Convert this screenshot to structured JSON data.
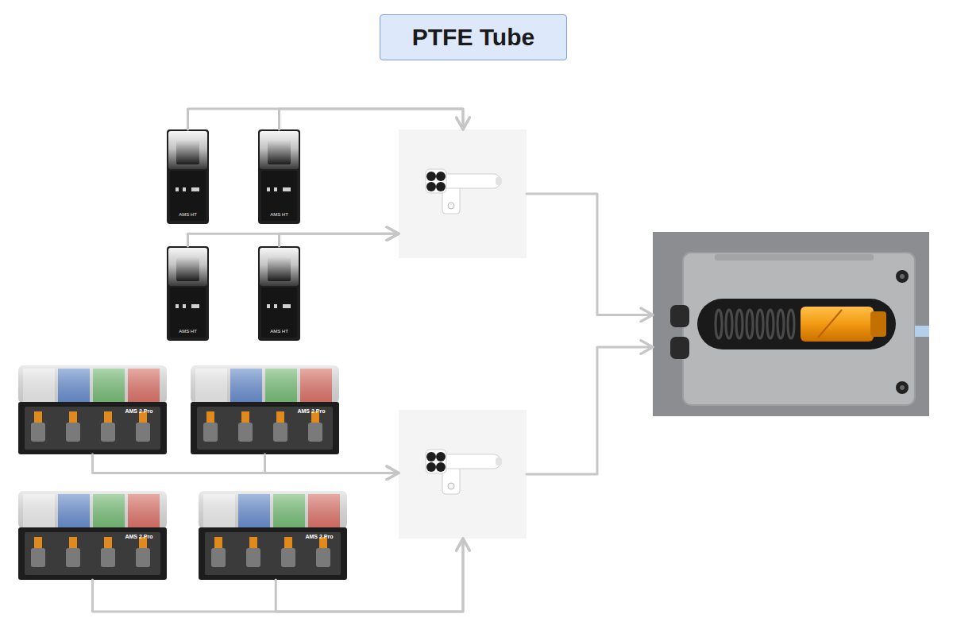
{
  "diagram": {
    "title": "PTFE Tube",
    "nodes": [
      {
        "text": [
          "AMS HT"
        ]
      },
      {
        "text": [
          "AMS HT"
        ]
      },
      {
        "text": []
      },
      {
        "text": [
          "AMS HT"
        ]
      },
      {
        "text": [
          "AMS HT"
        ]
      },
      {
        "text": []
      },
      {
        "text": [
          "AMS 2 Pro"
        ]
      },
      {
        "text": [
          "AMS 2 Pro"
        ]
      },
      {
        "text": [
          "AMS 2 Pro"
        ]
      },
      {
        "text": [
          "AMS 2 Pro"
        ]
      },
      {
        "text": []
      }
    ],
    "edges": [
      {
        "from": 0,
        "to": 2,
        "arrow": "to"
      },
      {
        "from": 1,
        "to": 2,
        "arrow": "to"
      },
      {
        "from": 3,
        "to": 2,
        "arrow": "to"
      },
      {
        "from": 4,
        "to": 2,
        "arrow": "to"
      },
      {
        "from": 6,
        "to": 5,
        "arrow": "to"
      },
      {
        "from": 7,
        "to": 5,
        "arrow": "to"
      },
      {
        "from": 8,
        "to": 5,
        "arrow": "to"
      },
      {
        "from": 9,
        "to": 5,
        "arrow": "to"
      },
      {
        "from": 2,
        "to": 10,
        "arrow": "to"
      },
      {
        "from": 5,
        "to": 10,
        "arrow": "to"
      }
    ]
  }
}
